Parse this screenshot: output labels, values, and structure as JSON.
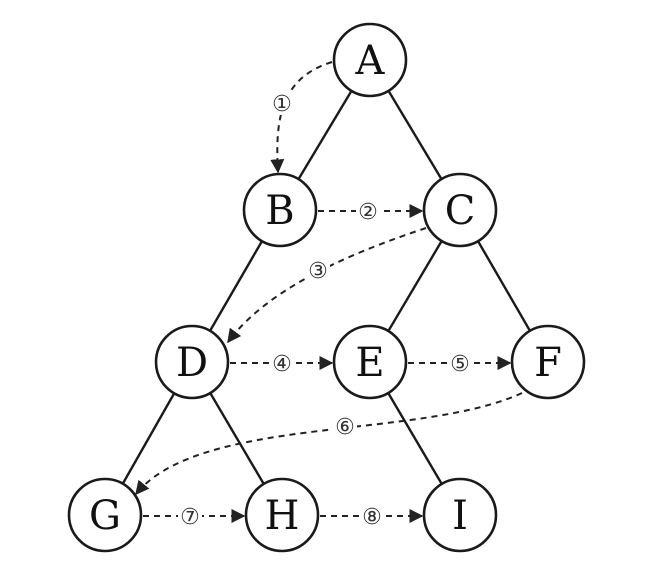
{
  "nodes": [
    {
      "id": "A",
      "label": "A"
    },
    {
      "id": "B",
      "label": "B"
    },
    {
      "id": "C",
      "label": "C"
    },
    {
      "id": "D",
      "label": "D"
    },
    {
      "id": "E",
      "label": "E"
    },
    {
      "id": "F",
      "label": "F"
    },
    {
      "id": "G",
      "label": "G"
    },
    {
      "id": "H",
      "label": "H"
    },
    {
      "id": "I",
      "label": "I"
    }
  ],
  "edges": [
    {
      "from": "A",
      "to": "B"
    },
    {
      "from": "A",
      "to": "C"
    },
    {
      "from": "B",
      "to": "D"
    },
    {
      "from": "C",
      "to": "E"
    },
    {
      "from": "C",
      "to": "F"
    },
    {
      "from": "D",
      "to": "G"
    },
    {
      "from": "D",
      "to": "H"
    },
    {
      "from": "E",
      "to": "I"
    }
  ],
  "traversal": [
    {
      "step": "①",
      "from": "A",
      "to": "B"
    },
    {
      "step": "②",
      "from": "B",
      "to": "C"
    },
    {
      "step": "③",
      "from": "C",
      "to": "D"
    },
    {
      "step": "④",
      "from": "D",
      "to": "E"
    },
    {
      "step": "⑤",
      "from": "E",
      "to": "F"
    },
    {
      "step": "⑥",
      "from": "F",
      "to": "G"
    },
    {
      "step": "⑦",
      "from": "G",
      "to": "H"
    },
    {
      "step": "⑧",
      "from": "H",
      "to": "I"
    }
  ]
}
